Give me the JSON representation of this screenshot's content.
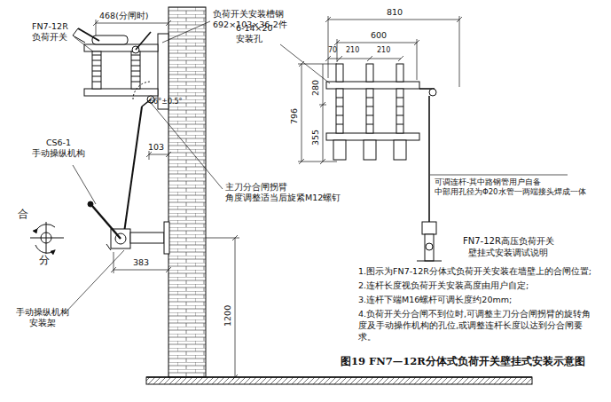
{
  "diagram": {
    "caption": "图19 FN7—12R分体式负荷开关壁挂式安装示意图",
    "labels": [
      "FN7-12R 负荷开关",
      "468(分闸时)",
      "负荷开关安装槽钢 692×103×36-2件",
      "66°±0.5°",
      "103",
      "主刀分合闸拐臂 角度调整适当后旋紧M12螺钉",
      "CS6-1 手动操纵机构",
      "合",
      "分",
      "383",
      "手动操纵机构 安装架",
      "1200",
      "810",
      "600",
      "70",
      "210",
      "210",
      "6-14×20 安装孔",
      "280",
      "796",
      "355",
      "可调连杆-其中路钢管用户自备 中部用孔径为Φ20水管一两端接头焊成一体",
      "FN7-12R高压负荷开关 壁挂式安装调试说明",
      "1.图示为FN7-12R分体式负荷开关安装在墙壁上的合闸位置;",
      "2.连杆长度视负荷开关安装高度由用户自定;",
      "3.连杆下端M16螺杆可调长度约20mm;",
      "4.负荷开关分合闸不到位时,可调整主刀分合闸拐臂的旋转角度及手动操作机构的孔位,或调整连杆长度以达到分合闸要求。"
    ]
  }
}
